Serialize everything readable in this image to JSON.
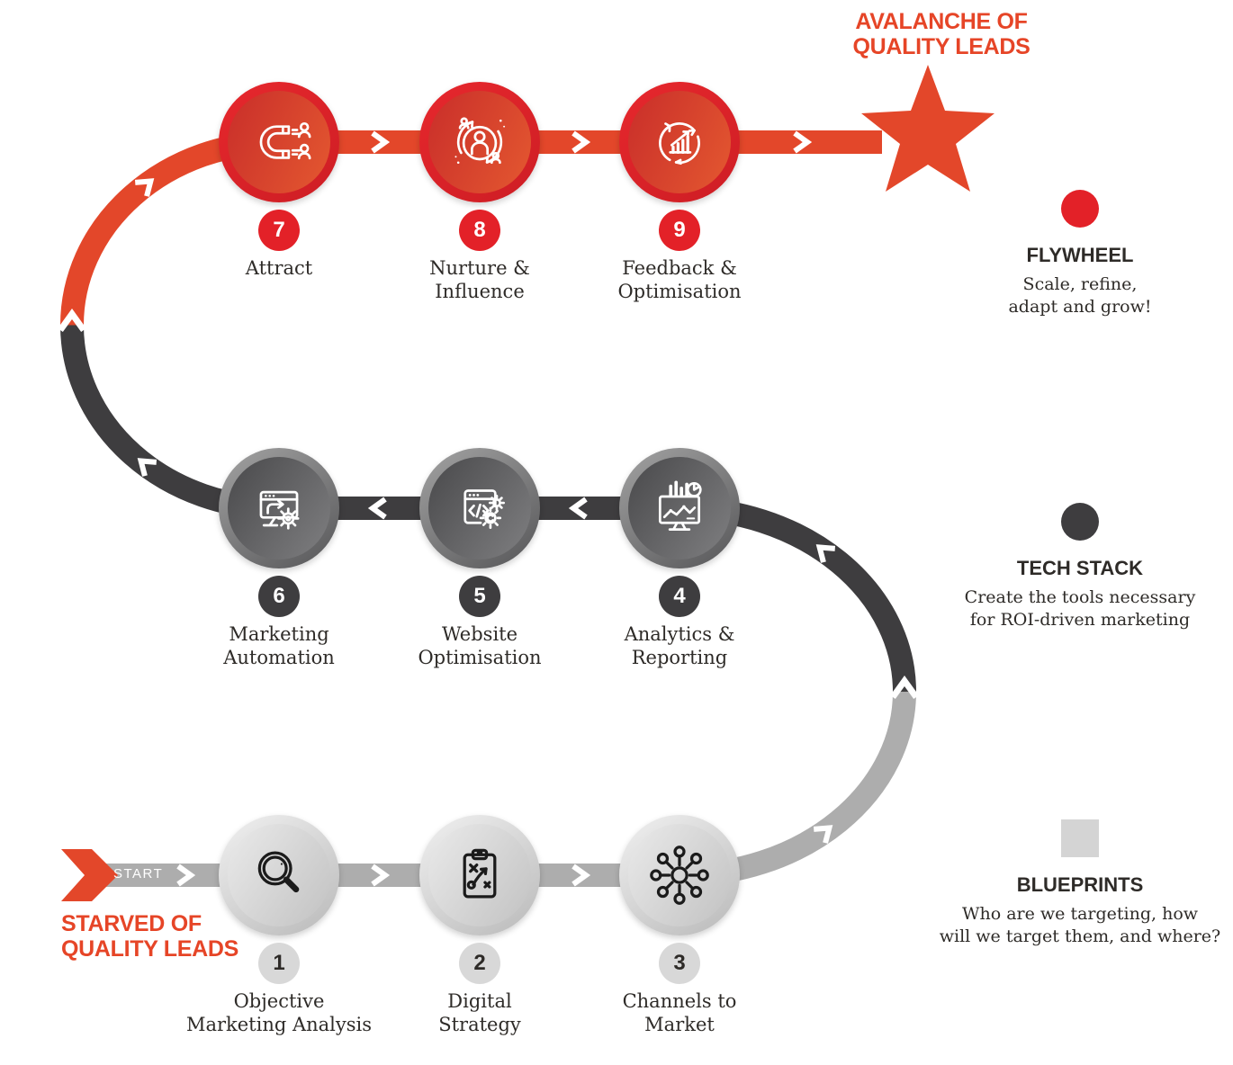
{
  "diagram": {
    "end_callout": {
      "line1": "AVALANCHE OF",
      "line2": "QUALITY LEADS"
    },
    "start_callout": {
      "line1": "STARVED OF",
      "line2": "QUALITY LEADS"
    },
    "start_label": "START"
  },
  "steps": [
    {
      "number": "1",
      "line1": "Objective",
      "line2": "Marketing Analysis",
      "icon": "magnifier-icon",
      "phase": "blueprints"
    },
    {
      "number": "2",
      "line1": "Digital",
      "line2": "Strategy",
      "icon": "strategy-clipboard-icon",
      "phase": "blueprints"
    },
    {
      "number": "3",
      "line1": "Channels to",
      "line2": "Market",
      "icon": "network-hub-icon",
      "phase": "blueprints"
    },
    {
      "number": "4",
      "line1": "Analytics &",
      "line2": "Reporting",
      "icon": "analytics-dashboard-icon",
      "phase": "tech-stack"
    },
    {
      "number": "5",
      "line1": "Website",
      "line2": "Optimisation",
      "icon": "code-gears-icon",
      "phase": "tech-stack"
    },
    {
      "number": "6",
      "line1": "Marketing",
      "line2": "Automation",
      "icon": "automation-monitor-gear-icon",
      "phase": "tech-stack"
    },
    {
      "number": "7",
      "line1": "Attract",
      "line2": "",
      "icon": "magnet-icon",
      "phase": "flywheel"
    },
    {
      "number": "8",
      "line1": "Nurture &",
      "line2": "Influence",
      "icon": "person-cycle-icon",
      "phase": "flywheel"
    },
    {
      "number": "9",
      "line1": "Feedback &",
      "line2": "Optimisation",
      "icon": "growth-cycle-icon",
      "phase": "flywheel"
    }
  ],
  "legend": [
    {
      "heading": "FLYWHEEL",
      "line1": "Scale, refine,",
      "line2": "adapt and grow!",
      "marker": "red-circle",
      "color": "#e32128"
    },
    {
      "heading": "TECH STACK",
      "line1": "Create the tools necessary",
      "line2": "for ROI-driven marketing",
      "marker": "dark-circle",
      "color": "#3e3d3f"
    },
    {
      "heading": "BLUEPRINTS",
      "line1": "Who are we targeting, how",
      "line2": "will we target them, and where?",
      "marker": "gray-square",
      "color": "#d4d4d4"
    }
  ],
  "colors": {
    "flywheel_path": "#e3472a",
    "tech_stack_path": "#3e3d3f",
    "blueprints_path": "#adadad",
    "accent_red": "#e32128",
    "text_dark": "#2e2b28",
    "callout_red": "#e64527"
  }
}
